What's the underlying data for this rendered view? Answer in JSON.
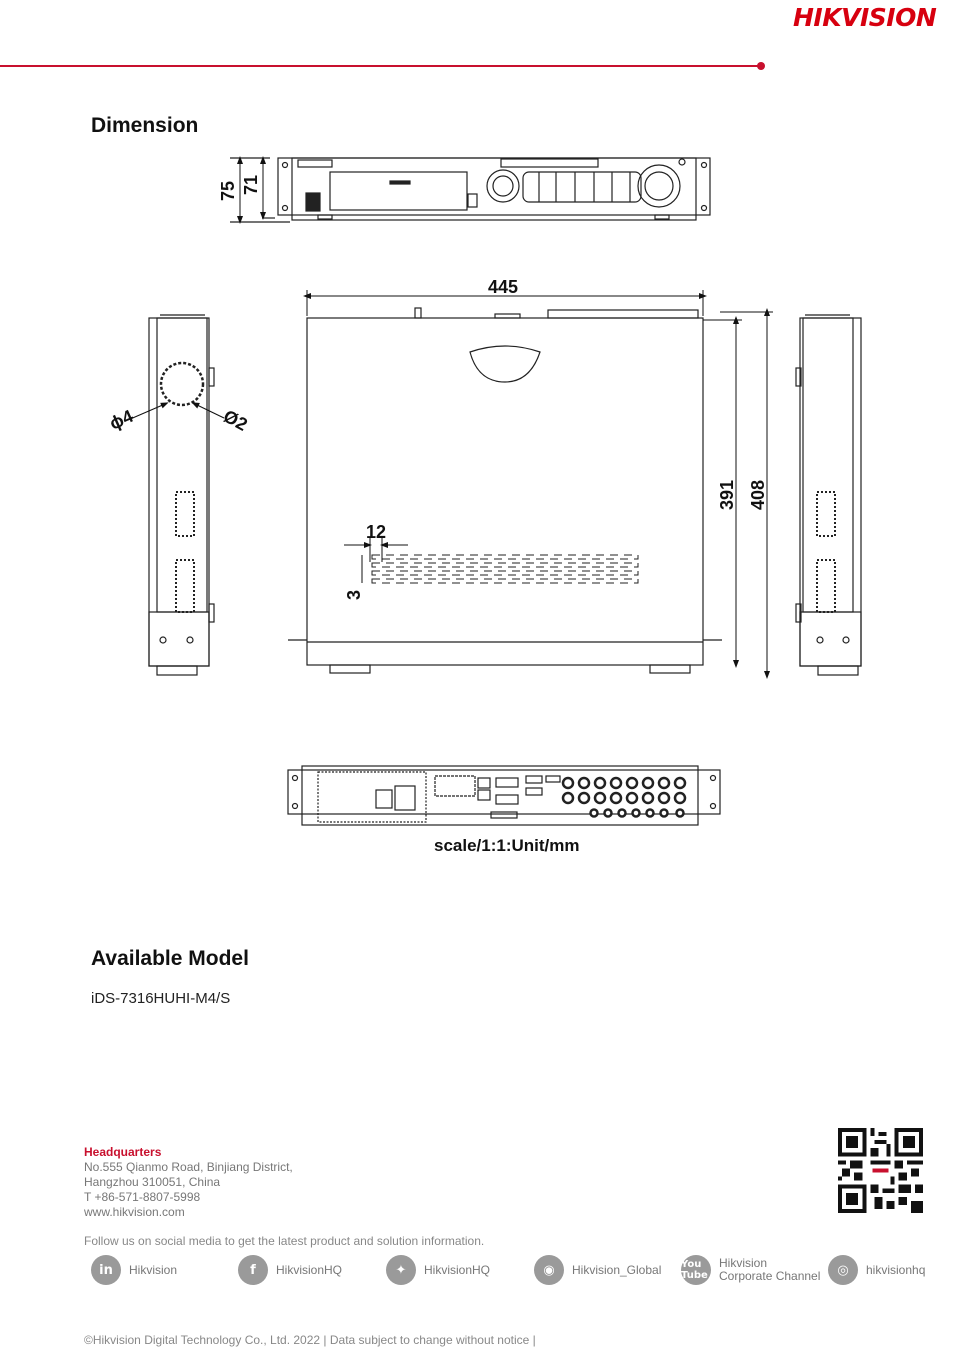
{
  "brand": {
    "logo_text_a": "HIK",
    "logo_text_b": "VISION",
    "accent_color": "#c8102e"
  },
  "dimension": {
    "title": "Dimension",
    "front_height_outer": "75",
    "front_height_inner": "71",
    "width": "445",
    "depth_inner": "391",
    "depth_outer": "408",
    "hole_phi": "ϕ4",
    "hole_diam": "Ø2",
    "vent_width": "12",
    "vent_height": "3",
    "scale_text": "scale/1:1:Unit/mm"
  },
  "available_model": {
    "title": "Available Model",
    "model": "iDS-7316HUHI-M4/S"
  },
  "footer": {
    "hq_title": "Headquarters",
    "address_line1": "No.555 Qianmo Road, Binjiang District,",
    "address_line2": "Hangzhou 310051, China",
    "phone": "T +86-571-8807-5998",
    "website": "www.hikvision.com",
    "follow_text": "Follow us on social media to get the latest product and solution information.",
    "social": [
      {
        "icon": "linkedin-icon",
        "glyph": "in",
        "label": "Hikvision"
      },
      {
        "icon": "facebook-icon",
        "glyph": "f",
        "label": "HikvisionHQ"
      },
      {
        "icon": "twitter-icon",
        "glyph": "✦",
        "label": "HikvisionHQ"
      },
      {
        "icon": "wechat-icon",
        "glyph": "◉",
        "label": "Hikvision_Global"
      },
      {
        "icon": "youtube-icon",
        "glyph": "You Tube",
        "label_line1": "Hikvision",
        "label_line2": "Corporate Channel"
      },
      {
        "icon": "instagram-icon",
        "glyph": "◎",
        "label": "hikvisionhq"
      }
    ],
    "copyright": "©Hikvision Digital Technology Co., Ltd. 2022 | Data subject to change without notice |"
  }
}
